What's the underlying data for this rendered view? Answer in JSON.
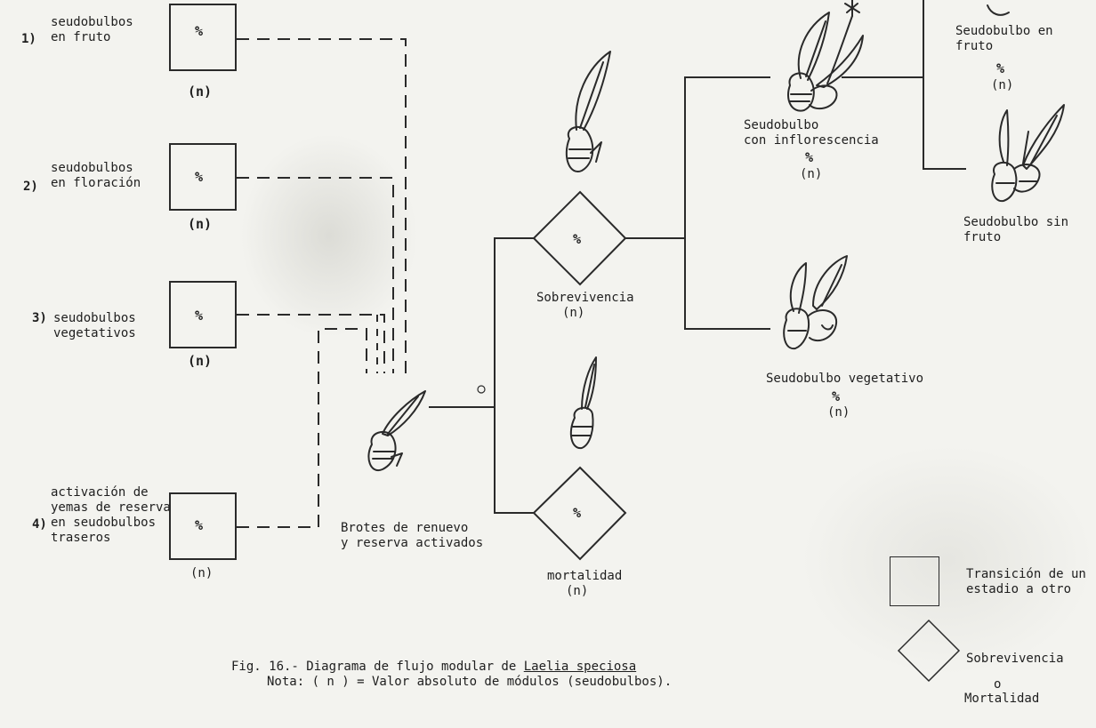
{
  "rows": [
    {
      "number": "1)",
      "label": "seudobulbos\nen fruto",
      "pct": "%",
      "n": "(n)"
    },
    {
      "number": "2)",
      "label": "seudobulbos\nen floración",
      "pct": "%",
      "n": "(n)"
    },
    {
      "number": "3)",
      "label": "seudobulbos\nvegetativos",
      "pct": "%",
      "n": "(n)"
    },
    {
      "number": "4)",
      "label": "activación de\nyemas de reserva\nen seudobulbos\ntraseros",
      "pct": "%",
      "n": "(n)"
    }
  ],
  "center": {
    "brotes_label": "Brotes de renuevo\ny reserva activados"
  },
  "survival": {
    "pct": "%",
    "label": "Sobrevivencia",
    "n": "(n)"
  },
  "mortality": {
    "pct": "%",
    "label": "mortalidad",
    "n": "(n)"
  },
  "stages": {
    "inflorescencia": {
      "label": "Seudobulbo\ncon inflorescencia",
      "pct": "%",
      "n": "(n)"
    },
    "vegetativo": {
      "label": "Seudobulbo vegetativo",
      "pct": "%",
      "n": "(n)"
    },
    "fruto": {
      "label": "Seudobulbo en\nfruto",
      "pct": "%",
      "n": "(n)"
    },
    "sin_fruto": {
      "label": "Seudobulbo sin\nfruto"
    }
  },
  "legend": {
    "transicion": "Transición de un\nestadio a otro",
    "sobrevivencia": "Sobrevivencia",
    "o": "o",
    "mortalidad": "Mortalidad"
  },
  "caption": {
    "prefix": "Fig. 16.- Diagrama de flujo modular de ",
    "species": "Laelia speciosa",
    "note": "Nota: ( n ) = Valor absoluto de módulos (seudobulbos)."
  },
  "colors": {
    "ink": "#1e1e1e",
    "paper": "#f3f3ef"
  }
}
